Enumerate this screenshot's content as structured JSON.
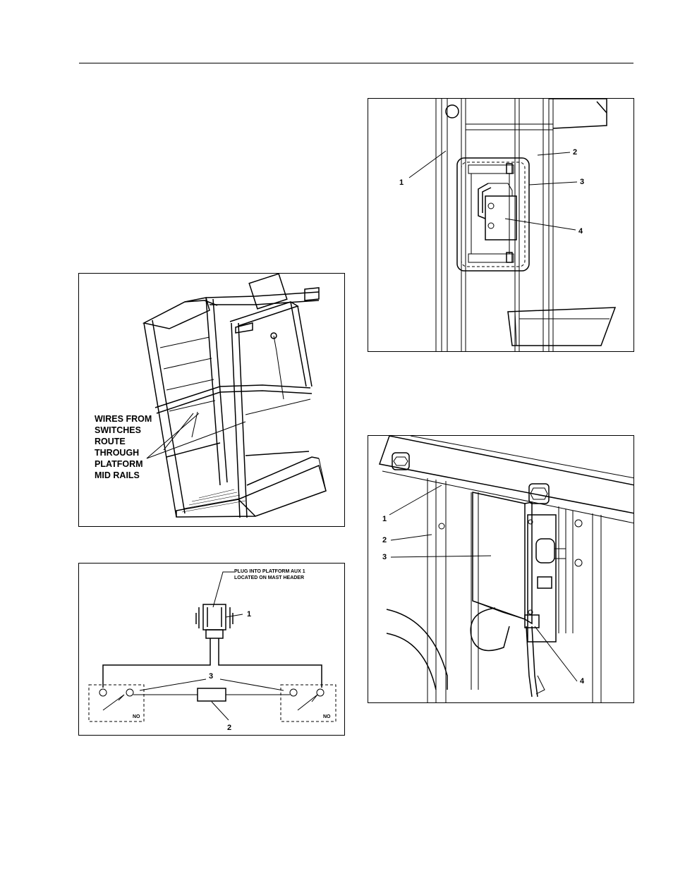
{
  "figure_platform": {
    "note_lines": [
      "WIRES FROM",
      "SWITCHES",
      "ROUTE",
      "THROUGH",
      "PLATFORM",
      "MID RAILS"
    ]
  },
  "figure_schematic": {
    "note_lines": [
      "PLUG INTO PLATFORM AUX 1",
      "LOCATED ON MAST HEADER"
    ],
    "callouts": {
      "plug": "1",
      "box": "2",
      "switches": "3"
    },
    "switch_label": "NO"
  },
  "figure_mast": {
    "callouts": {
      "c1": "1",
      "c2": "2",
      "c3": "3",
      "c4": "4"
    }
  },
  "figure_bracket": {
    "callouts": {
      "c1": "1",
      "c2": "2",
      "c3": "3",
      "c4": "4"
    }
  }
}
